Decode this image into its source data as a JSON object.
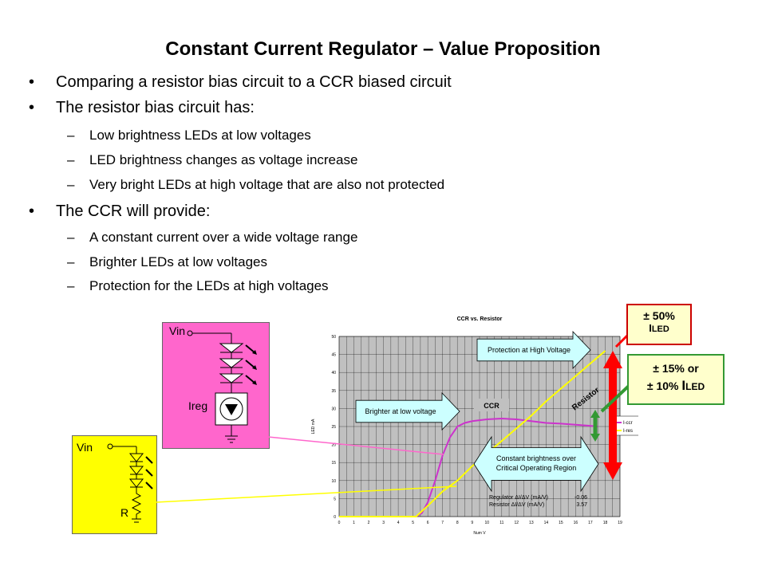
{
  "title": "Constant Current Regulator – Value Proposition",
  "bullets": [
    {
      "level": 1,
      "text": "Comparing a resistor bias circuit to a CCR biased circuit"
    },
    {
      "level": 1,
      "text": "The resistor bias circuit has:"
    },
    {
      "level": 2,
      "text": "Low brightness LEDs at low voltages"
    },
    {
      "level": 2,
      "text": "LED brightness changes as voltage increase"
    },
    {
      "level": 2,
      "text": "Very bright LEDs at high voltage that are also not protected"
    },
    {
      "level": 1,
      "text": "The CCR will provide:"
    },
    {
      "level": 2,
      "text": "A constant current over a wide voltage range"
    },
    {
      "level": 2,
      "text": "Brighter LEDs at low voltages"
    },
    {
      "level": 2,
      "text": "Protection for the LEDs at high voltages"
    }
  ],
  "circuit_ccr": {
    "vin": "Vin",
    "ireg": "Ireg",
    "color": "#ff66cc"
  },
  "circuit_res": {
    "vin": "Vin",
    "r": "R",
    "color": "#ffff00"
  },
  "callout_res": {
    "line1": "± 50%",
    "line2_big": "I",
    "line2_sub": "LED",
    "border": "#cc0000"
  },
  "callout_ccr": {
    "line1": "± 15% or",
    "line2": "± 10% ",
    "line2_big": "I",
    "line2_sub": "LED",
    "border": "#339933"
  },
  "annotations": {
    "protection": "Protection at High Voltage",
    "brighter": "Brighter at low voltage",
    "ccr": "CCR",
    "resistor": "Resistor",
    "constant1": "Constant brightness over",
    "constant2": "Critical Operating Region",
    "reg_label": "Regulator ΔI/ΔV (mA/V)",
    "reg_value": "-0.06",
    "res_label": "Resistor ΔI/ΔV (mA/V)",
    "res_value": "3.57"
  },
  "chart_data": {
    "type": "line",
    "title": "CCR vs. Resistor",
    "xlabel": "Num V",
    "ylabel": "LED mA",
    "xlim": [
      0,
      19
    ],
    "ylim": [
      0,
      50
    ],
    "xticks": [
      0,
      1,
      2,
      3,
      4,
      5,
      6,
      7,
      8,
      9,
      10,
      11,
      12,
      13,
      14,
      15,
      16,
      17,
      18,
      19
    ],
    "yticks": [
      0,
      5,
      10,
      15,
      20,
      25,
      30,
      35,
      40,
      45,
      50
    ],
    "grid": true,
    "legend_position": "right",
    "series": [
      {
        "name": "I-ccr",
        "color": "#cc33cc",
        "x": [
          0,
          5.2,
          5.6,
          6,
          6.5,
          7,
          7.5,
          8,
          8.5,
          9,
          10,
          11,
          12,
          13,
          14,
          15,
          16,
          17,
          17.5
        ],
        "y": [
          0,
          0,
          1,
          4,
          10,
          17,
          22,
          25,
          26,
          26.5,
          27,
          27.2,
          27,
          26.5,
          26,
          25.8,
          25.5,
          25.2,
          25
        ]
      },
      {
        "name": "I-res",
        "color": "#ffff00",
        "x": [
          0,
          5.2,
          6,
          7,
          8,
          9,
          10,
          11,
          12,
          13,
          14,
          15,
          16,
          17,
          18
        ],
        "y": [
          0,
          0,
          3,
          7,
          10,
          14,
          17.5,
          21,
          24.5,
          28,
          32,
          35.5,
          39,
          42.5,
          46
        ]
      }
    ]
  }
}
